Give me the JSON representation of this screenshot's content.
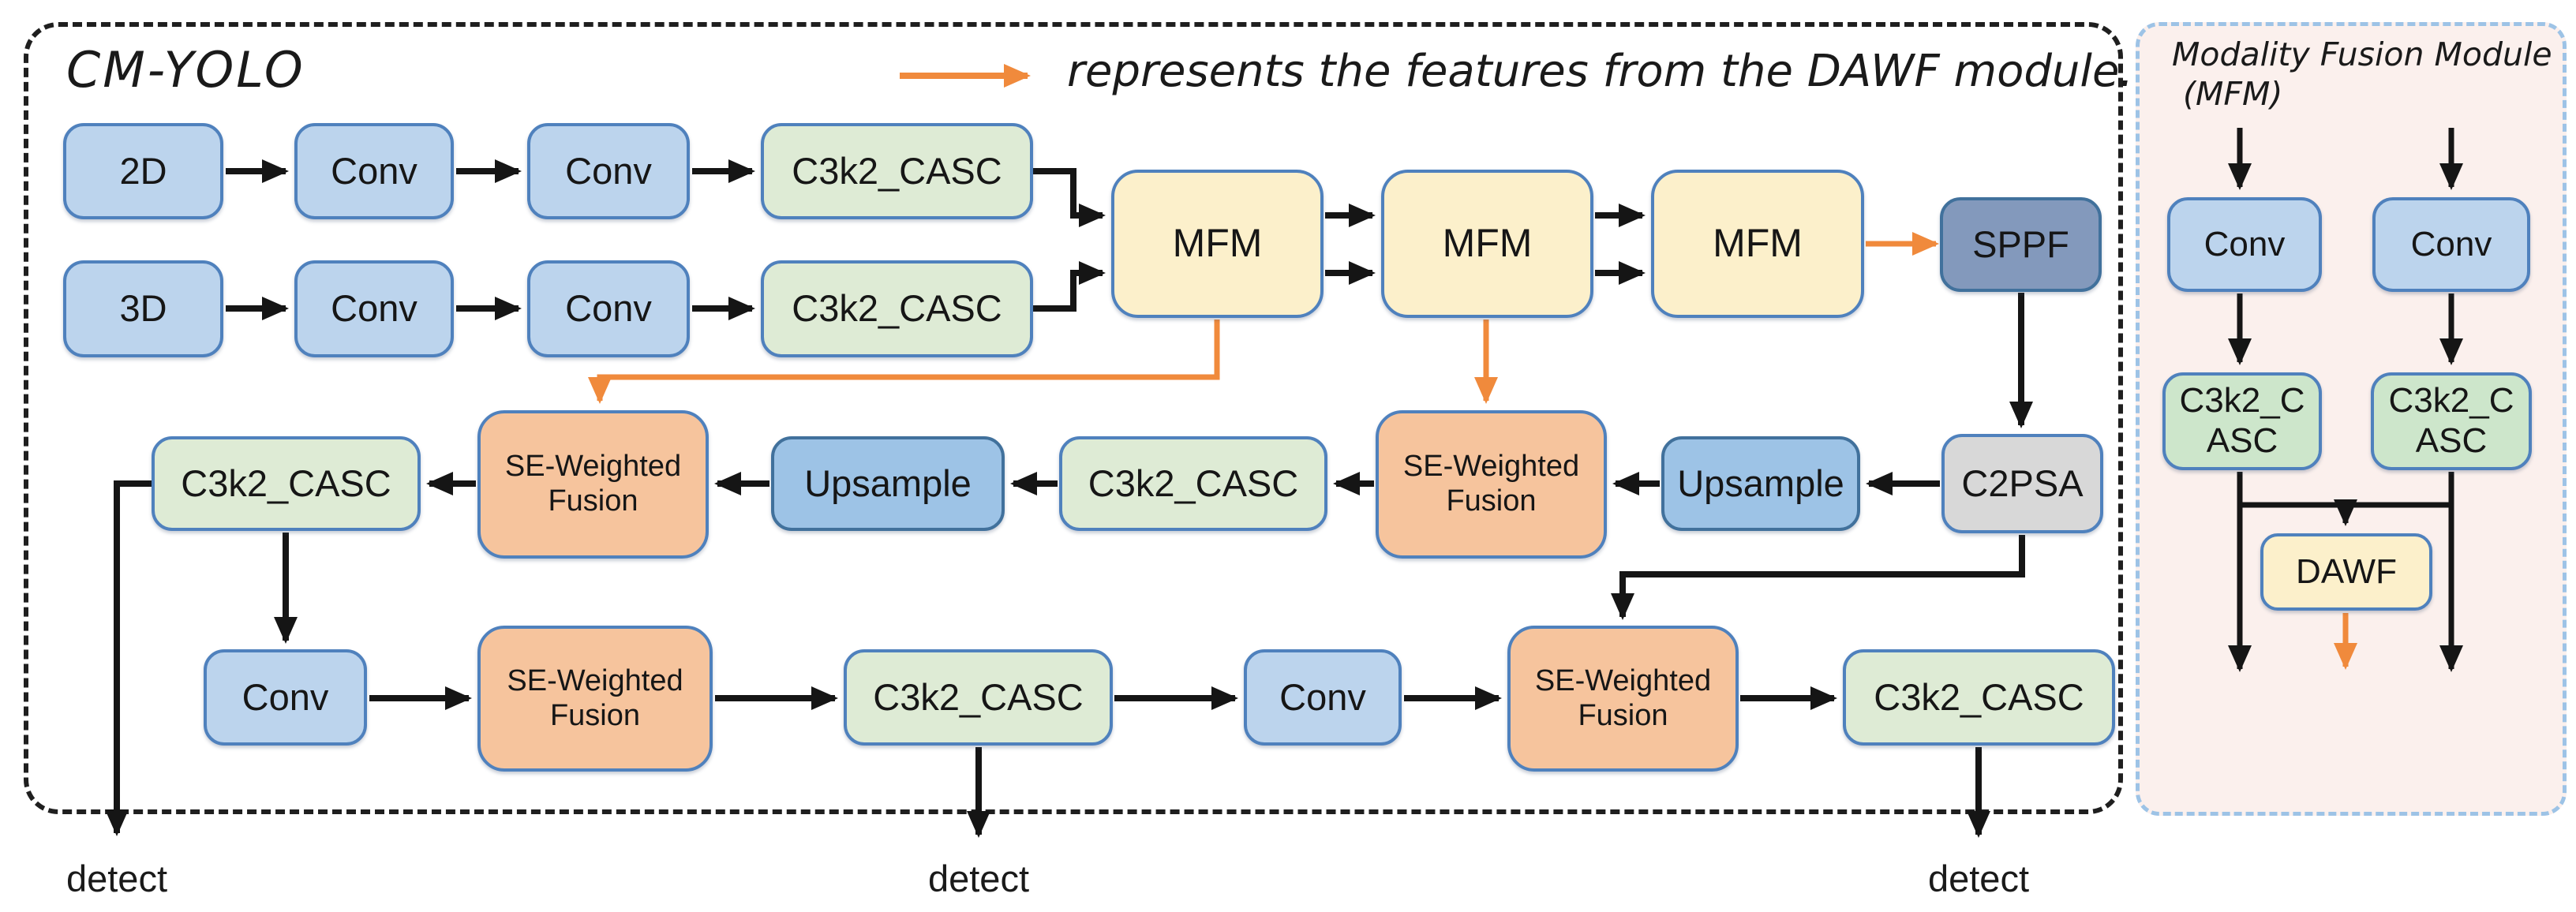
{
  "colors": {
    "orange_arrow": "#F08A3C",
    "node_border_blue": "#4F81BD",
    "conv_blue_fill": "#BCD4ED",
    "upsample_blue_fill": "#9DC3E6",
    "sppf_slate_fill": "#8399BC",
    "c3k2_green_fill": "#DEEBD5",
    "mfm_yellow_fill": "#FCF0CB",
    "se_fusion_orange_fill": "#F6C49D",
    "c2psa_gray_fill": "#D8D8D8",
    "panel_background": "#FBF0ED",
    "panel_border": "#9DC3E6",
    "outer_border": "#1F1F1F"
  },
  "main": {
    "title": "CM-YOLO",
    "legend_text": "represents the features from the DAWF module.",
    "backbone": {
      "input_2d": "2D",
      "conv_2d_1": "Conv",
      "conv_2d_2": "Conv",
      "c3k2_2d": "C3k2_CASC",
      "input_3d": "3D",
      "conv_3d_1": "Conv",
      "conv_3d_2": "Conv",
      "c3k2_3d": "C3k2_CASC",
      "mfm_1": "MFM",
      "mfm_2": "MFM",
      "mfm_3": "MFM",
      "sppf": "SPPF"
    },
    "neck": {
      "c2psa": "C2PSA",
      "upsample_right": "Upsample",
      "se_fusion_right": "SE-Weighted\nFusion",
      "c3k2_mid": "C3k2_CASC",
      "upsample_left": "Upsample",
      "se_fusion_left": "SE-Weighted\nFusion",
      "c3k2_left": "C3k2_CASC"
    },
    "head": {
      "conv_left": "Conv",
      "se_fusion_left": "SE-Weighted\nFusion",
      "c3k2_left": "C3k2_CASC",
      "conv_right": "Conv",
      "se_fusion_right": "SE-Weighted\nFusion",
      "c3k2_right": "C3k2_CASC"
    },
    "detect_labels": [
      "detect",
      "detect",
      "detect"
    ]
  },
  "mfm_panel": {
    "title_line1": "Modality Fusion Module",
    "title_line2": "(MFM)",
    "conv_left": "Conv",
    "conv_right": "Conv",
    "c3k2_left": "C3k2_C\nASC",
    "c3k2_right": "C3k2_C\nASC",
    "dawf": "DAWF"
  }
}
